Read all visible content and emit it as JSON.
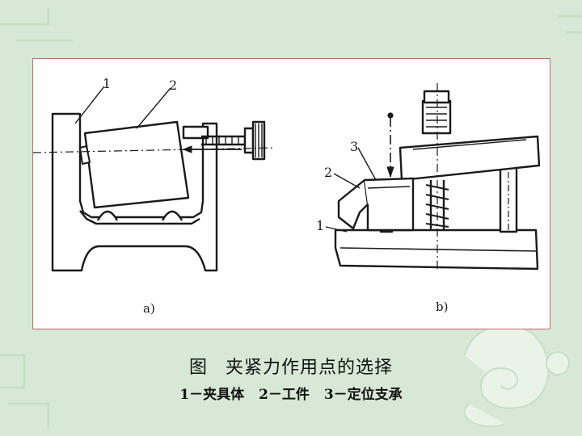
{
  "figure": {
    "labels": {
      "a_num_1": "1",
      "a_num_2": "2",
      "b_num_1": "1",
      "b_num_2": "2",
      "b_num_3": "3",
      "sub_a": "a)",
      "sub_b": "b)"
    }
  },
  "caption": {
    "fig_word": "图",
    "title": "夹紧力作用点的选择",
    "legend": [
      "1－夹具体",
      "2－工件",
      "3－定位支承"
    ]
  }
}
